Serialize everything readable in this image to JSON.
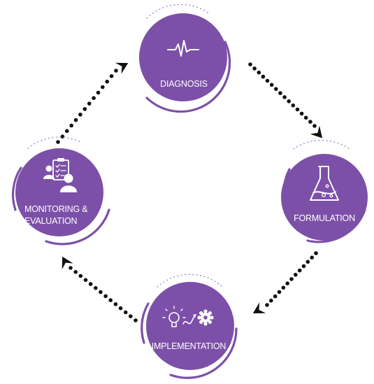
{
  "nodes": {
    "diagnosis": {
      "label": "DIAGNOSIS",
      "icon": "pulse-icon"
    },
    "formulation": {
      "label": "FORMULATION",
      "icon": "flask-icon"
    },
    "implementation": {
      "label": "IMPLEMENTATION",
      "icon": "lightbulb-gear-icon"
    },
    "monitoring": {
      "label_line1": "MONITORING &",
      "label_line2": "EVALUATION",
      "icon": "person-checklist-icon"
    }
  },
  "colors": {
    "node_fill": "#7c50a8",
    "ring_dots": "#9a82bd",
    "connector": "#111111",
    "label_text": "#ffffff"
  },
  "flow": [
    "diagnosis",
    "formulation",
    "implementation",
    "monitoring"
  ]
}
